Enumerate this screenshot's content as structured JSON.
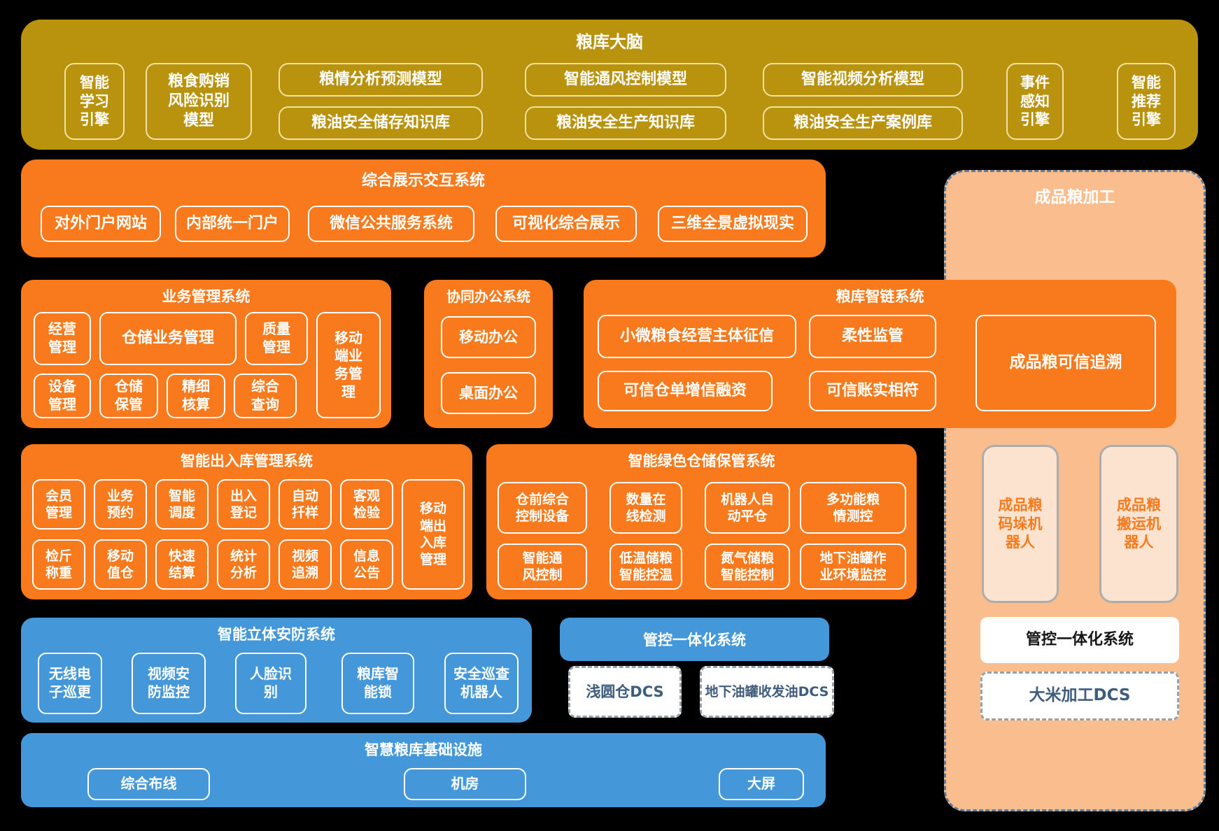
{
  "colors": {
    "gold": "#B9920E",
    "orange": "#F87A1C",
    "blue": "#4497D8",
    "peach": "#F9BD8E",
    "robot_card_bg": "#FBE3D0",
    "dcs_text": "#3E5C7C",
    "dashed_border": "#5D7D9E"
  },
  "brain": {
    "title": "粮库大脑",
    "engines": [
      "智能学习引擎",
      "粮食购销风险识别模型",
      "事件感知引擎",
      "智能推荐引擎"
    ],
    "models": [
      "粮情分析预测模型",
      "粮油安全储存知识库",
      "智能通风控制模型",
      "粮油安全生产知识库",
      "智能视频分析模型",
      "粮油安全生产案例库"
    ]
  },
  "expo": {
    "title": "综合展示交互系统",
    "items": [
      "对外门户网站",
      "内部统一门户",
      "微信公共服务系统",
      "可视化综合展示",
      "三维全景虚拟现实"
    ]
  },
  "processing": {
    "title": "成品粮加工",
    "robots": [
      "成品粮码垛机器人",
      "成品粮搬运机器人"
    ],
    "control": "管控一体化系统",
    "dcs": "大米加工DCS"
  },
  "biz": {
    "title": "业务管理系统",
    "row1": [
      "经营管理",
      "仓储业务管理",
      "质量管理"
    ],
    "row2": [
      "设备管理",
      "仓储保管",
      "精细核算",
      "综合查询"
    ],
    "tall": "移动端业务管理"
  },
  "office": {
    "title": "协同办公系统",
    "items": [
      "移动办公",
      "桌面办公"
    ]
  },
  "chain": {
    "title": "粮库智链系统",
    "row1": [
      "小微粮食经营主体征信",
      "柔性监管"
    ],
    "row2": [
      "可信仓单增信融资",
      "可信账实相符"
    ],
    "big": "成品粮可信追溯"
  },
  "inout": {
    "title": "智能出入库管理系统",
    "row1": [
      "会员管理",
      "业务预约",
      "智能调度",
      "出入登记",
      "自动扦样",
      "客观检验"
    ],
    "row2": [
      "检斤称重",
      "移动值仓",
      "快速结算",
      "统计分析",
      "视频追溯",
      "信息公告"
    ],
    "tall": "移动端出入库管理"
  },
  "green": {
    "title": "智能绿色仓储保管系统",
    "row1": [
      "仓前综合控制设备",
      "数量在线检测",
      "机器人自动平仓",
      "多功能粮情测控"
    ],
    "row2": [
      "智能通风控制",
      "低温储粮智能控温",
      "氮气储粮智能控制",
      "地下油罐作业环境监控"
    ]
  },
  "secure": {
    "title": "智能立体安防系统",
    "items": [
      "无线电子巡更",
      "视频安防监控",
      "人脸识别",
      "粮库智能锁",
      "安全巡查机器人"
    ]
  },
  "ctrl": {
    "title": "管控一体化系统",
    "items": [
      "浅圆仓DCS",
      "地下油罐收发油DCS"
    ]
  },
  "infra": {
    "title": "智慧粮库基础设施",
    "items": [
      "综合布线",
      "机房",
      "大屏"
    ]
  }
}
